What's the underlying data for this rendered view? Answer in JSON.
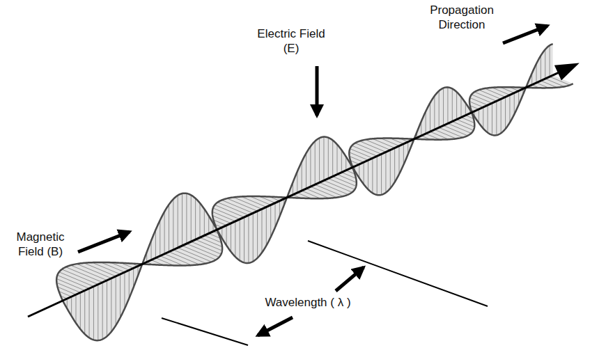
{
  "diagram": {
    "labels": [
      "Propagation Direction",
      "Electric Field (E)",
      "Magnetic Field (B)",
      "Wavelength ( λ )"
    ]
  }
}
